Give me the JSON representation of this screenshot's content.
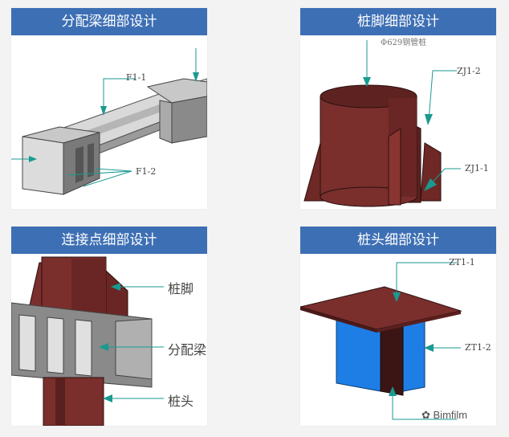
{
  "panels": {
    "beam": {
      "title": "分配梁细部设计",
      "labels": {
        "f1_1": "F1-1",
        "f1_2": "F1-2"
      }
    },
    "foot": {
      "title": "桩脚细部设计",
      "labels": {
        "top_note": "Φ629钢管桩",
        "zj1_2": "ZJ1-2",
        "zj1_1": "ZJ1-1"
      }
    },
    "joint": {
      "title": "连接点细部设计",
      "labels": {
        "foot": "桩脚",
        "beam": "分配梁",
        "head": "桩头"
      }
    },
    "head": {
      "title": "桩头细部设计",
      "labels": {
        "zt1_1": "ZT1-1",
        "zt1_2": "ZT1-2"
      }
    }
  },
  "watermark": {
    "text": "Bimfilm"
  },
  "colors": {
    "title_bar": "#3d6fb4",
    "steel_red": "#7a2f2d",
    "steel_gray": "#c9c9c9",
    "plate_blue": "#1e7ee6",
    "arrow": "#1a9a90"
  }
}
